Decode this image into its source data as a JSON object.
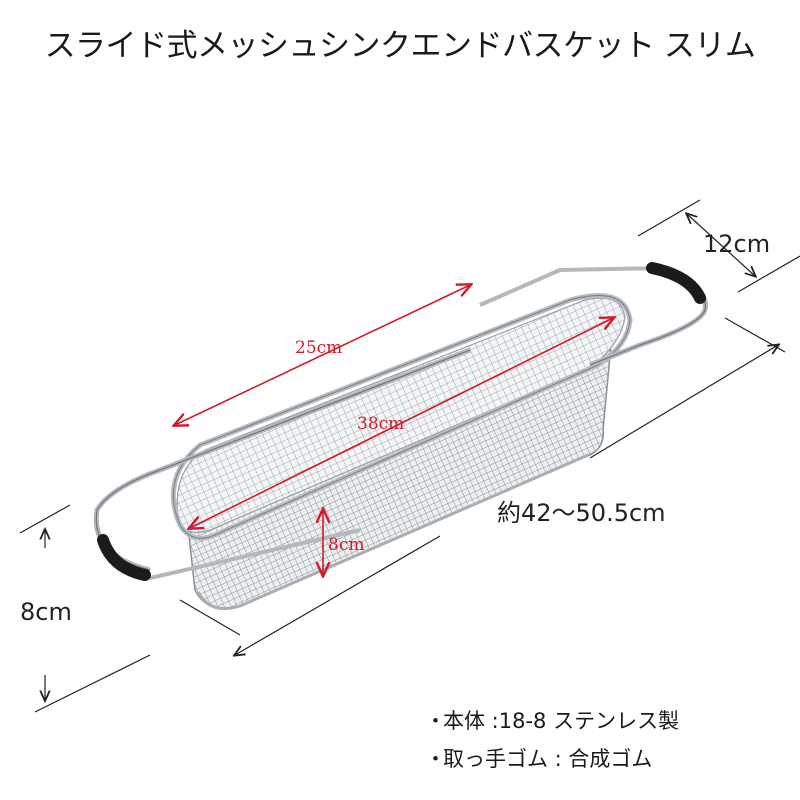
{
  "title": "スライド式メッシュシンクエンドバスケット スリム",
  "dimensions": {
    "depth": "12cm",
    "total_length": "約42〜50.5cm",
    "height_outer": "8cm",
    "inner_length": "25cm",
    "basket_length": "38cm",
    "basket_height": "8cm"
  },
  "specs": [
    {
      "bullet": "・",
      "text": "本体 :18-8 ステンレス製"
    },
    {
      "bullet": "・",
      "text": "取っ手ゴム : 合成ゴム"
    }
  ],
  "colors": {
    "red_dimension": "#d21a2a",
    "steel": "#9aa0a6",
    "rubber": "#1b1b1b"
  }
}
